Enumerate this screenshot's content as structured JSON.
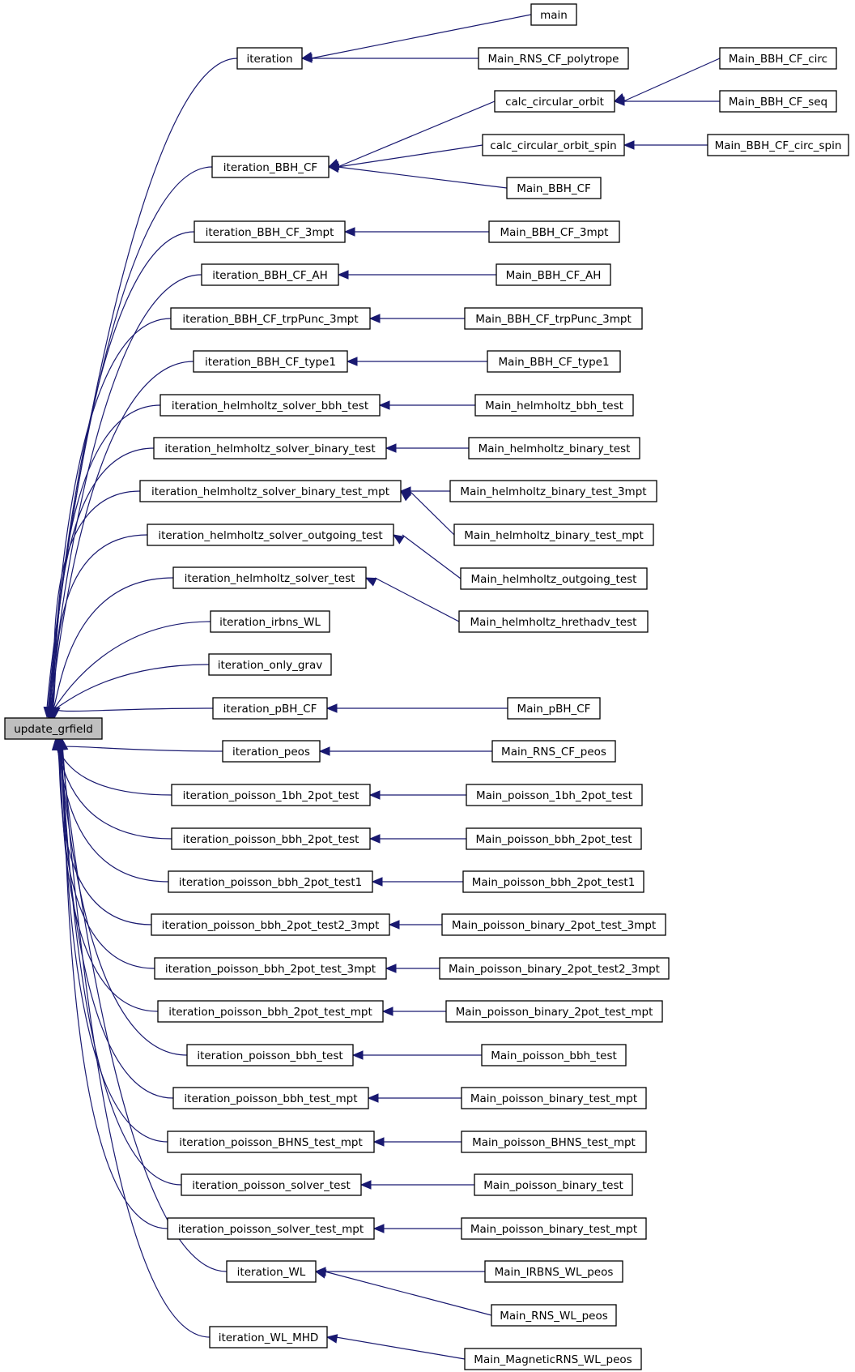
{
  "graph": {
    "root": "update_grfield",
    "callers": [
      {
        "name": "iteration",
        "callers": [
          "main",
          "Main_RNS_CF_polytrope"
        ]
      },
      {
        "name": "iteration_BBH_CF",
        "callers": [
          "calc_circular_orbit",
          "calc_circular_orbit_spin",
          "Main_BBH_CF"
        ]
      },
      {
        "name": "iteration_BBH_CF_3mpt",
        "callers": [
          "Main_BBH_CF_3mpt"
        ]
      },
      {
        "name": "iteration_BBH_CF_AH",
        "callers": [
          "Main_BBH_CF_AH"
        ]
      },
      {
        "name": "iteration_BBH_CF_trpPunc_3mpt",
        "callers": [
          "Main_BBH_CF_trpPunc_3mpt"
        ]
      },
      {
        "name": "iteration_BBH_CF_type1",
        "callers": [
          "Main_BBH_CF_type1"
        ]
      },
      {
        "name": "iteration_helmholtz_solver_bbh_test",
        "callers": [
          "Main_helmholtz_bbh_test"
        ]
      },
      {
        "name": "iteration_helmholtz_solver_binary_test",
        "callers": [
          "Main_helmholtz_binary_test"
        ]
      },
      {
        "name": "iteration_helmholtz_solver_binary_test_mpt",
        "callers": [
          "Main_helmholtz_binary_test_3mpt",
          "Main_helmholtz_binary_test_mpt"
        ]
      },
      {
        "name": "iteration_helmholtz_solver_outgoing_test",
        "callers": [
          "Main_helmholtz_outgoing_test"
        ]
      },
      {
        "name": "iteration_helmholtz_solver_test",
        "callers": [
          "Main_helmholtz_hrethadv_test"
        ]
      },
      {
        "name": "iteration_irbns_WL",
        "callers": []
      },
      {
        "name": "iteration_only_grav",
        "callers": []
      },
      {
        "name": "iteration_pBH_CF",
        "callers": [
          "Main_pBH_CF"
        ]
      },
      {
        "name": "iteration_peos",
        "callers": [
          "Main_RNS_CF_peos"
        ]
      },
      {
        "name": "iteration_poisson_1bh_2pot_test",
        "callers": [
          "Main_poisson_1bh_2pot_test"
        ]
      },
      {
        "name": "iteration_poisson_bbh_2pot_test",
        "callers": [
          "Main_poisson_bbh_2pot_test"
        ]
      },
      {
        "name": "iteration_poisson_bbh_2pot_test1",
        "callers": [
          "Main_poisson_bbh_2pot_test1"
        ]
      },
      {
        "name": "iteration_poisson_bbh_2pot_test2_3mpt",
        "callers": [
          "Main_poisson_binary_2pot_test_3mpt"
        ]
      },
      {
        "name": "iteration_poisson_bbh_2pot_test_3mpt",
        "callers": [
          "Main_poisson_binary_2pot_test2_3mpt"
        ]
      },
      {
        "name": "iteration_poisson_bbh_2pot_test_mpt",
        "callers": [
          "Main_poisson_binary_2pot_test_mpt"
        ]
      },
      {
        "name": "iteration_poisson_bbh_test",
        "callers": [
          "Main_poisson_bbh_test"
        ]
      },
      {
        "name": "iteration_poisson_bbh_test_mpt",
        "callers": [
          "Main_poisson_binary_test_mpt"
        ]
      },
      {
        "name": "iteration_poisson_BHNS_test_mpt",
        "callers": [
          "Main_poisson_BHNS_test_mpt"
        ]
      },
      {
        "name": "iteration_poisson_solver_test",
        "callers": [
          "Main_poisson_binary_test"
        ]
      },
      {
        "name": "iteration_poisson_solver_test_mpt",
        "callers": [
          "Main_poisson_binary_test_mpt"
        ]
      },
      {
        "name": "iteration_WL",
        "callers": [
          "Main_IRBNS_WL_peos",
          "Main_RNS_WL_peos"
        ]
      },
      {
        "name": "iteration_WL_MHD",
        "callers": [
          "Main_MagneticRNS_WL_peos"
        ]
      }
    ],
    "third_level": [
      {
        "name": "calc_circular_orbit",
        "callers": [
          "Main_BBH_CF_circ",
          "Main_BBH_CF_seq"
        ]
      },
      {
        "name": "calc_circular_orbit_spin",
        "callers": [
          "Main_BBH_CF_circ_spin"
        ]
      }
    ],
    "colors": {
      "edge": "#191970",
      "root_fill": "#bfbfbf",
      "node_fill": "#ffffff",
      "node_border": "#000000"
    }
  }
}
